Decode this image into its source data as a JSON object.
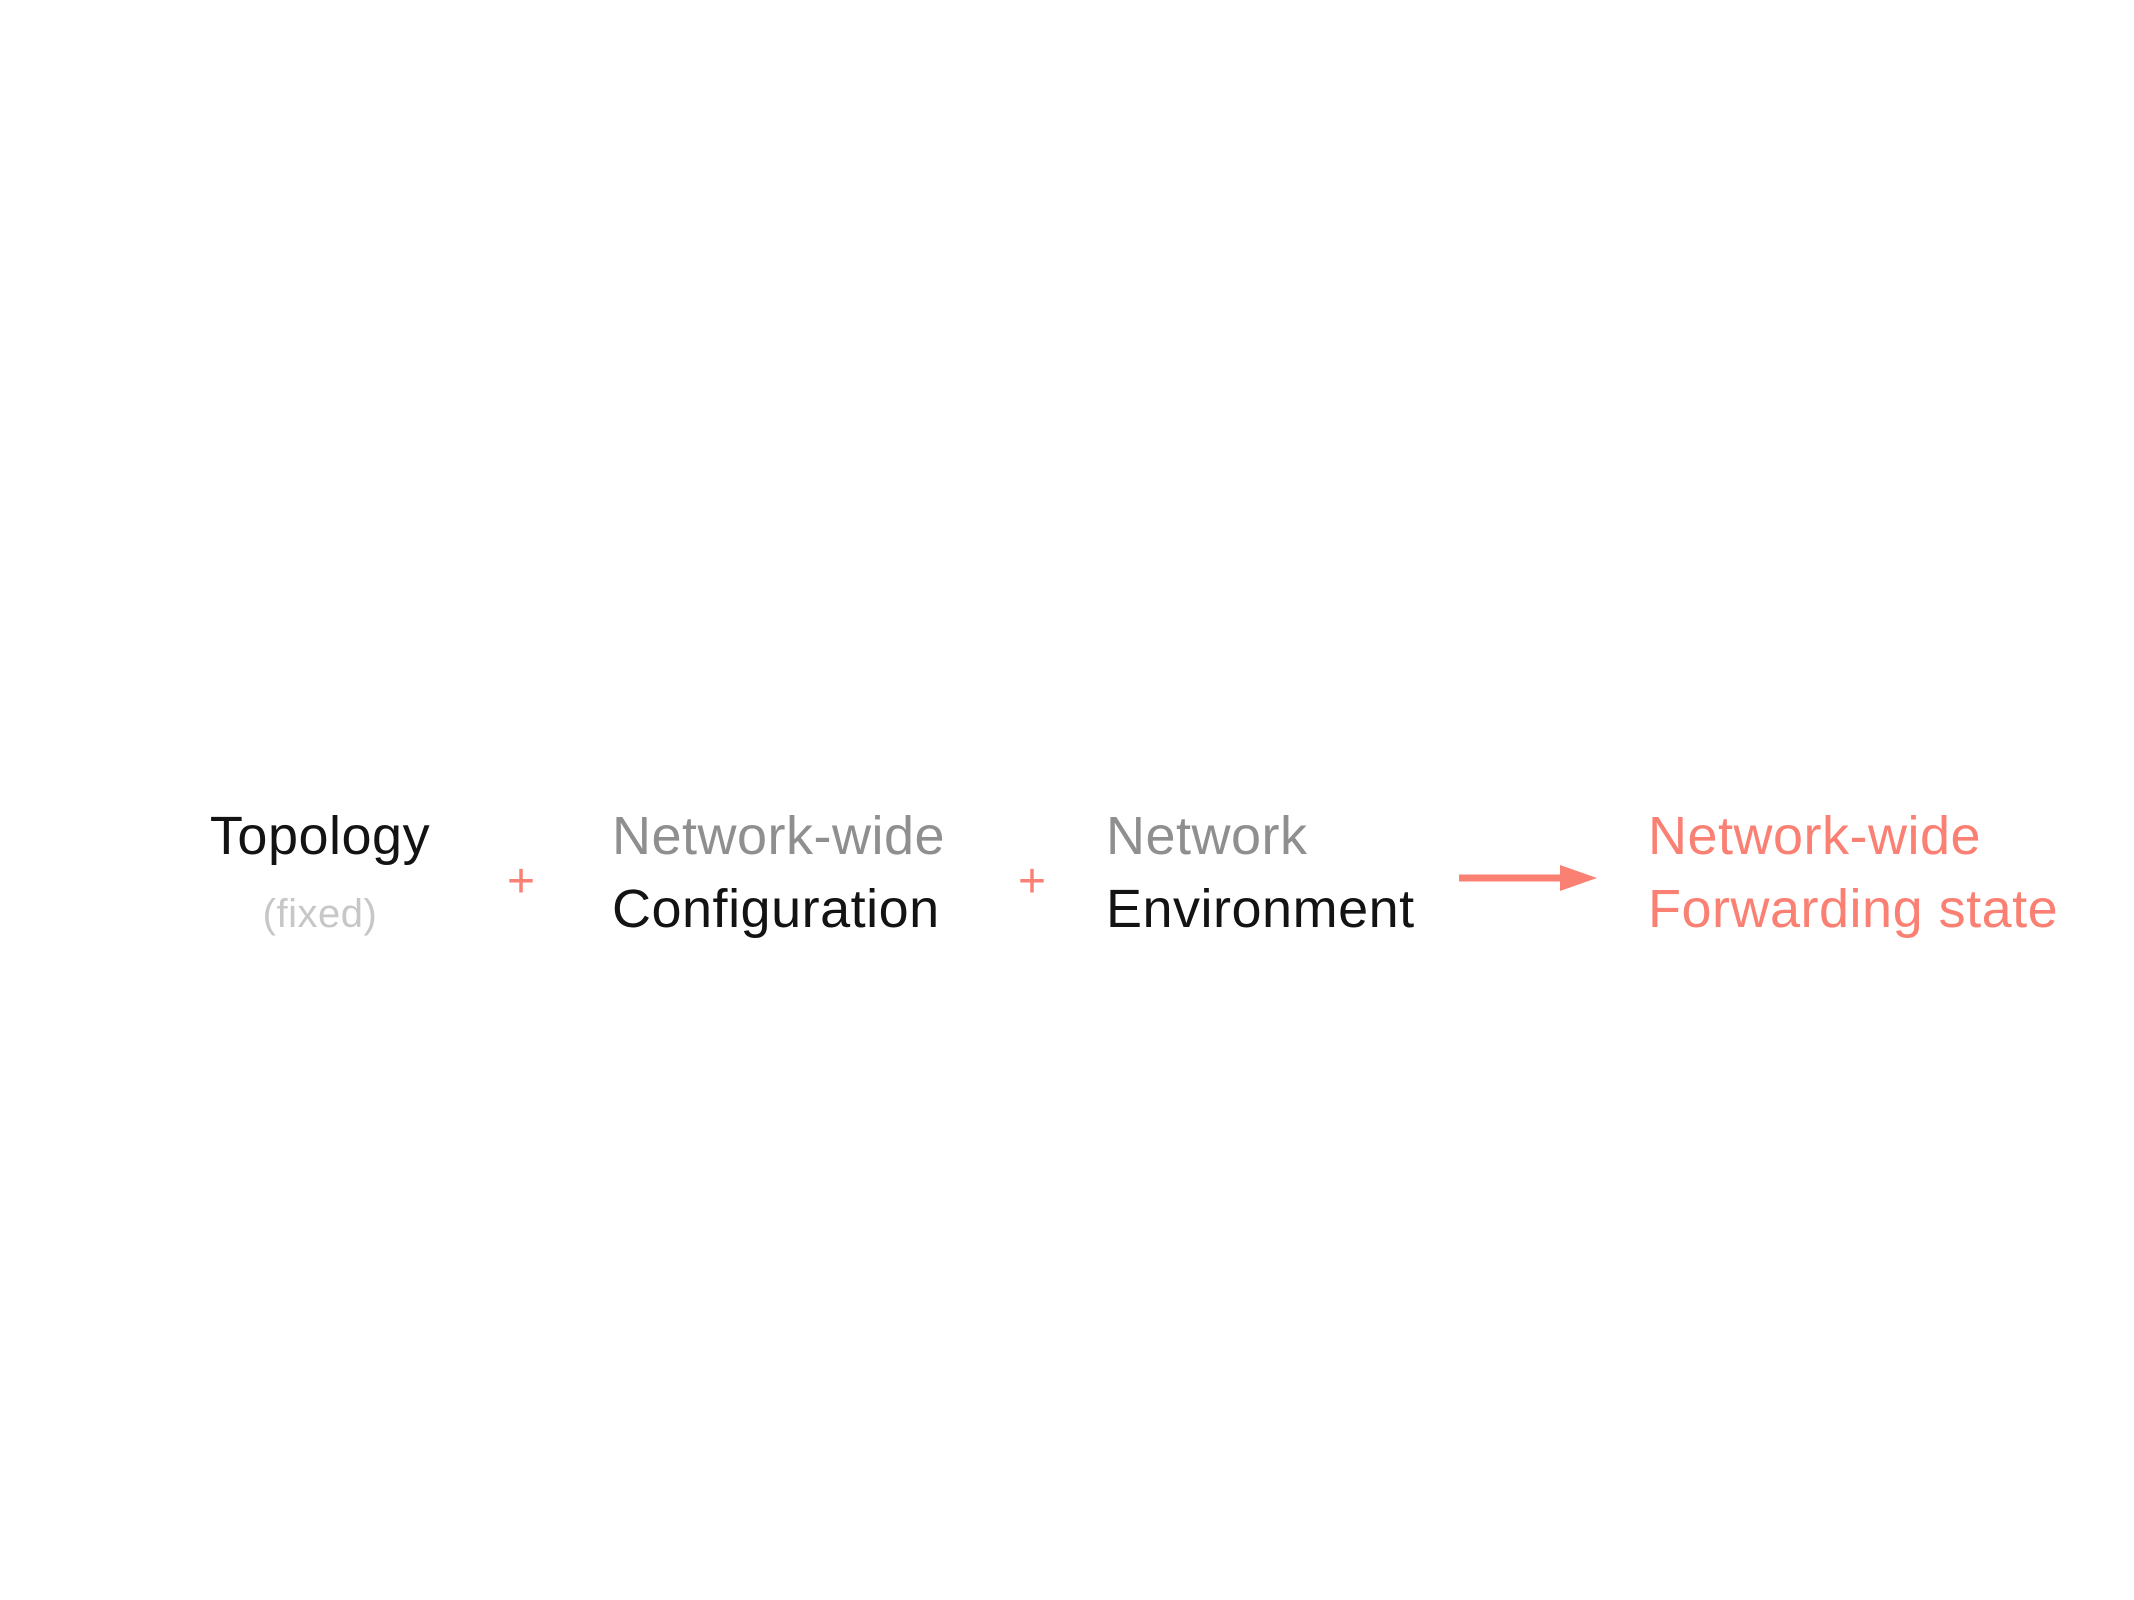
{
  "slide": {
    "background": "#ffffff",
    "terms": [
      {
        "id": "topology",
        "line1": "Topology",
        "line2": "(fixed)"
      },
      {
        "id": "configuration",
        "line1": "Network-wide",
        "line2": "Configuration"
      },
      {
        "id": "environment",
        "line1": "Network",
        "line2": "Environment"
      },
      {
        "id": "forwarding",
        "line1": "Network-wide",
        "line2": "Forwarding state"
      }
    ],
    "operators": {
      "plus1": "+",
      "plus2": "+"
    },
    "arrow": {
      "icon": "right-arrow"
    }
  },
  "colors": {
    "bg": "#ffffff",
    "black": "#131313",
    "gray": "#8f8f8f",
    "light-gray": "#c7c7c7",
    "accent": "#fb8074"
  }
}
